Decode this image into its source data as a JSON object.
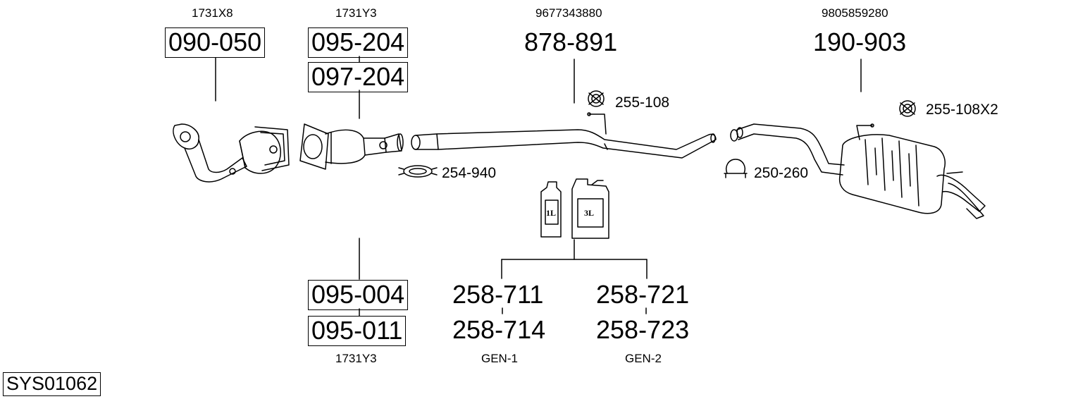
{
  "title_code": "SYS01062",
  "top_codes": {
    "c1": "1731X8",
    "c2": "1731Y3",
    "c3": "9677343880",
    "c4": "9805859280"
  },
  "top_parts": {
    "p1": "090-050",
    "p2a": "095-204",
    "p2b": "097-204",
    "p3": "878-891",
    "p4": "190-903"
  },
  "accessories": {
    "a1": "255-108",
    "a2": "254-940",
    "a3": "250-260",
    "a4": "255-108X2"
  },
  "bottom_parts": {
    "b1a": "095-004",
    "b1b": "095-011",
    "b1_code": "1731Y3",
    "g1a": "258-711",
    "g1b": "258-714",
    "g1_code": "GEN-1",
    "g2a": "258-721",
    "g2b": "258-723",
    "g2_code": "GEN-2"
  },
  "containers": {
    "small_label": "1L",
    "large_label": "3L"
  }
}
